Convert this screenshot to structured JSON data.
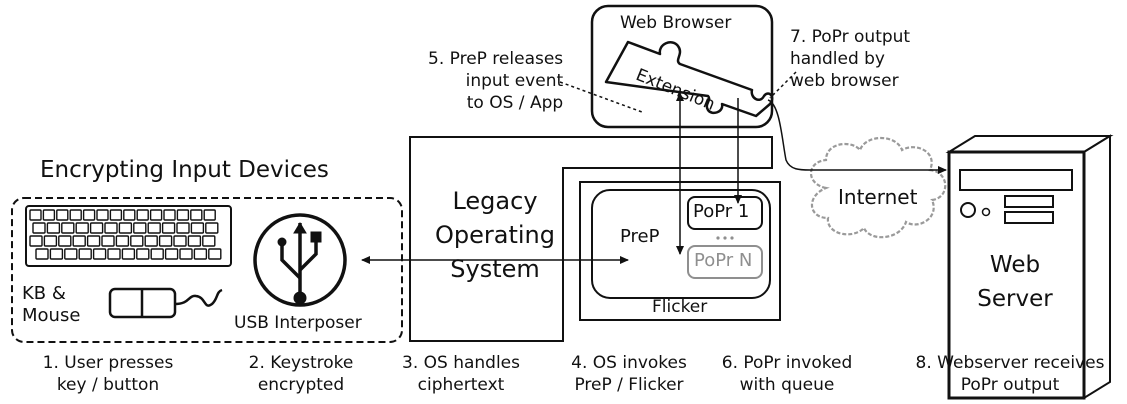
{
  "devices_title": "Encrypting Input Devices",
  "kb_mouse": [
    "KB &",
    "Mouse"
  ],
  "usb_interposer": "USB Interposer",
  "legacy_os": [
    "Legacy",
    "Operating",
    "System"
  ],
  "prep": "PreP",
  "popr_1": "PoPr 1",
  "popr_ellipsis": "...",
  "popr_n": "PoPr N",
  "flicker": "Flicker",
  "web_browser": "Web Browser",
  "extension": "Extension",
  "internet": "Internet",
  "web_server": [
    "Web",
    "Server"
  ],
  "notes": {
    "prep_release": [
      "5. PreP releases",
      "input event",
      "to OS / App"
    ],
    "popr_output": [
      "7. PoPr output",
      "handled by",
      "web browser"
    ]
  },
  "steps": [
    [
      "1. User presses",
      "key / button"
    ],
    [
      "2. Keystroke",
      "encrypted"
    ],
    [
      "3. OS handles",
      "ciphertext"
    ],
    [
      "4. OS invokes",
      "PreP / Flicker"
    ],
    [
      "6. PoPr invoked",
      "with queue"
    ],
    [
      "8. Webserver receives",
      "PoPr output"
    ]
  ],
  "colors": {
    "ink": "#111111",
    "muted": "#8f8f8f",
    "cloud": "#9a9a9a"
  }
}
